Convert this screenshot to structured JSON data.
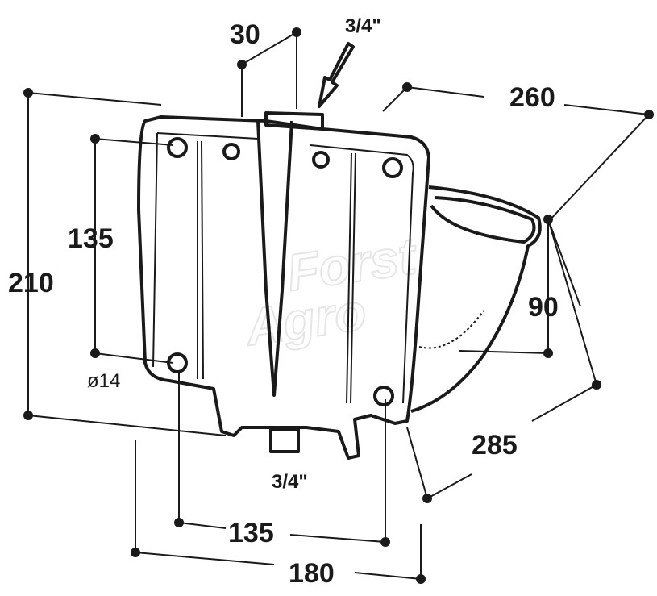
{
  "title": "Drinking bowl dimension drawing",
  "watermark": [
    "Forst",
    "Agro"
  ],
  "dimensions": {
    "height_total": "210",
    "hole_vertical": "135",
    "pipe_offset": "30",
    "inlet_top": "3/4\"",
    "depth_total": "260",
    "bowl_depth": "90",
    "bowl_length": "285",
    "hole_diameter": "ø14",
    "inlet_bottom": "3/4\"",
    "hole_horizontal": "135",
    "width_total": "180"
  },
  "colors": {
    "line": "#1a1a1a",
    "watermark": "#e6e6e6"
  }
}
